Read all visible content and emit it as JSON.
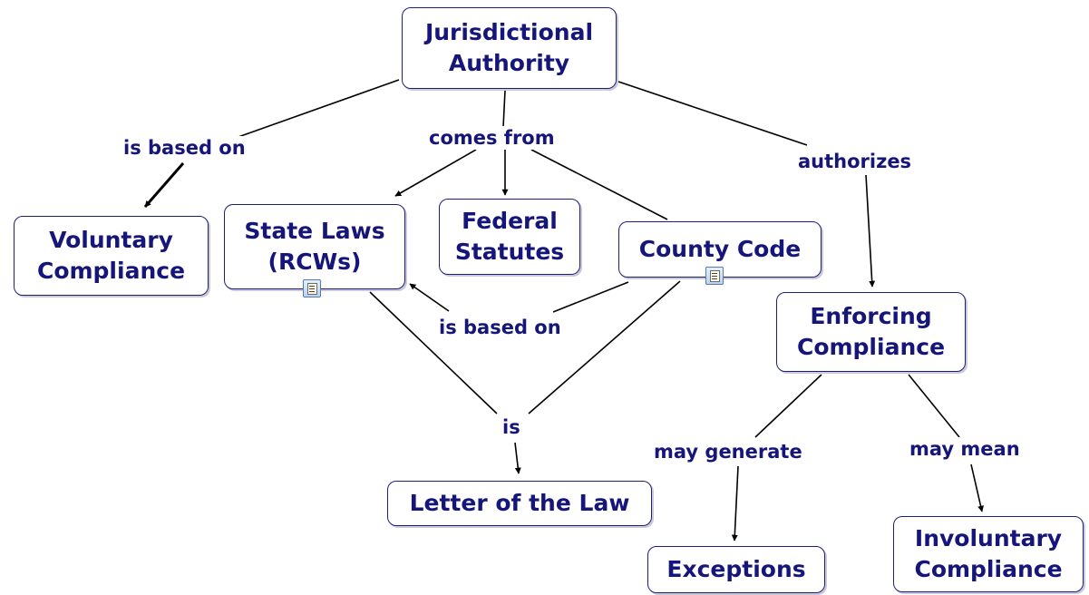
{
  "nodes": {
    "jurisdictional_authority": [
      "Jurisdictional",
      "Authority"
    ],
    "voluntary_compliance": [
      "Voluntary",
      "Compliance"
    ],
    "state_laws": [
      "State Laws",
      "(RCWs)"
    ],
    "federal_statutes": [
      "Federal",
      "Statutes"
    ],
    "county_code": [
      "County Code"
    ],
    "enforcing_compliance": [
      "Enforcing",
      "Compliance"
    ],
    "letter_of_the_law": [
      "Letter of the Law"
    ],
    "exceptions": [
      "Exceptions"
    ],
    "involuntary_compliance": [
      "Involuntary",
      "Compliance"
    ]
  },
  "links": {
    "is_based_on_voluntary": "is based on",
    "comes_from": "comes from",
    "authorizes": "authorizes",
    "is_based_on_state": "is based on",
    "is": "is",
    "may_generate": "may generate",
    "may_mean": "may mean"
  },
  "colors": {
    "text": "#16167a",
    "node_border": "#1f1f7a",
    "line": "#000000"
  },
  "icons": {
    "state_laws_resource": "document-icon",
    "county_code_resource": "document-icon"
  }
}
